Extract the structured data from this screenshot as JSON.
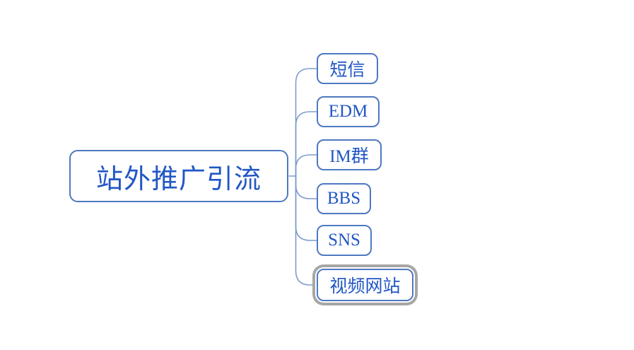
{
  "colors": {
    "node_border": "#4e79c1",
    "node_text": "#2156c4",
    "connector": "#7d9cce",
    "selection_border": "#a6a6a6",
    "background": "#ffffff"
  },
  "mindmap": {
    "root": {
      "label": "站外推广引流"
    },
    "children": [
      {
        "label": "短信",
        "selected": false
      },
      {
        "label": "EDM",
        "selected": false
      },
      {
        "label": "IM群",
        "selected": false
      },
      {
        "label": "BBS",
        "selected": false
      },
      {
        "label": "SNS",
        "selected": false
      },
      {
        "label": "视频网站",
        "selected": true
      }
    ]
  }
}
